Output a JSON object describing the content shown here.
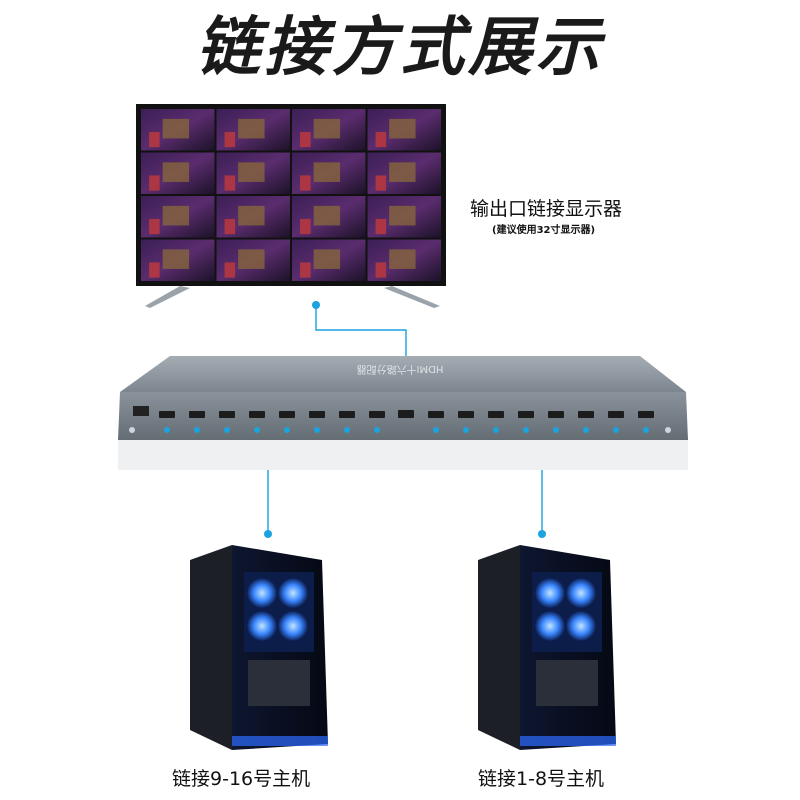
{
  "title": "链接方式展示",
  "display": {
    "label": "输出口链接显示器",
    "note": "(建议使用32寸显示器)",
    "grid_rows": 4,
    "grid_cols": 4
  },
  "splitter": {
    "model_text": "HDMI十六路分配器",
    "port_count": 16
  },
  "hosts": [
    {
      "label": "链接9-16号主机"
    },
    {
      "label": "链接1-8号主机"
    }
  ],
  "colors": {
    "connector": "#1aa3df",
    "device_body": "#7b858f",
    "screen_bg": "#2a1838",
    "accent_glow": "#2c6bff"
  }
}
